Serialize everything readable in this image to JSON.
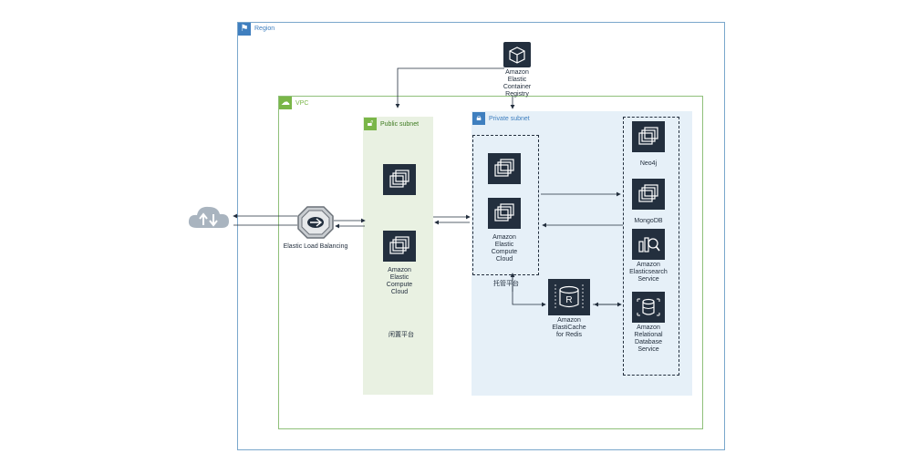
{
  "diagram": {
    "groups": {
      "region": "Region",
      "vpc": "VPC",
      "public_subnet": "Public subnet",
      "private_subnet": "Private subnet"
    },
    "nodes": {
      "elb": "Elastic Load Balancing",
      "ecr": "Amazon\nElastic\nContainer\nRegistry",
      "ec2_public": "Amazon\nElastic\nCompute\nCloud",
      "ec2_private": "Amazon\nElastic\nCompute\nCloud",
      "neo4j": "Neo4j",
      "mongodb": "MongoDB",
      "elasticsearch": "Amazon\nElasticsearch\nService",
      "rds": "Amazon\nRelational\nDatabase\nService",
      "redis": "Amazon\nElastiCache\nfor Redis"
    },
    "annotations": {
      "public_platform": "闲置平台",
      "private_platform": "托管平台"
    },
    "icons": {
      "cloud": "cloud-upload-download-icon",
      "ec2": "ec2-instances-icon",
      "ecr": "container-registry-icon",
      "elb": "load-balancer-icon",
      "elasticsearch": "elasticsearch-icon",
      "rds": "rds-database-icon",
      "redis": "elasticache-redis-icon"
    },
    "colors": {
      "region_border": "#7aa7cc",
      "vpc_border": "#8fc07a",
      "public_subnet_fill": "#e9f1e2",
      "private_subnet_fill": "#e6f0f8",
      "tile": "#232f3e"
    }
  }
}
